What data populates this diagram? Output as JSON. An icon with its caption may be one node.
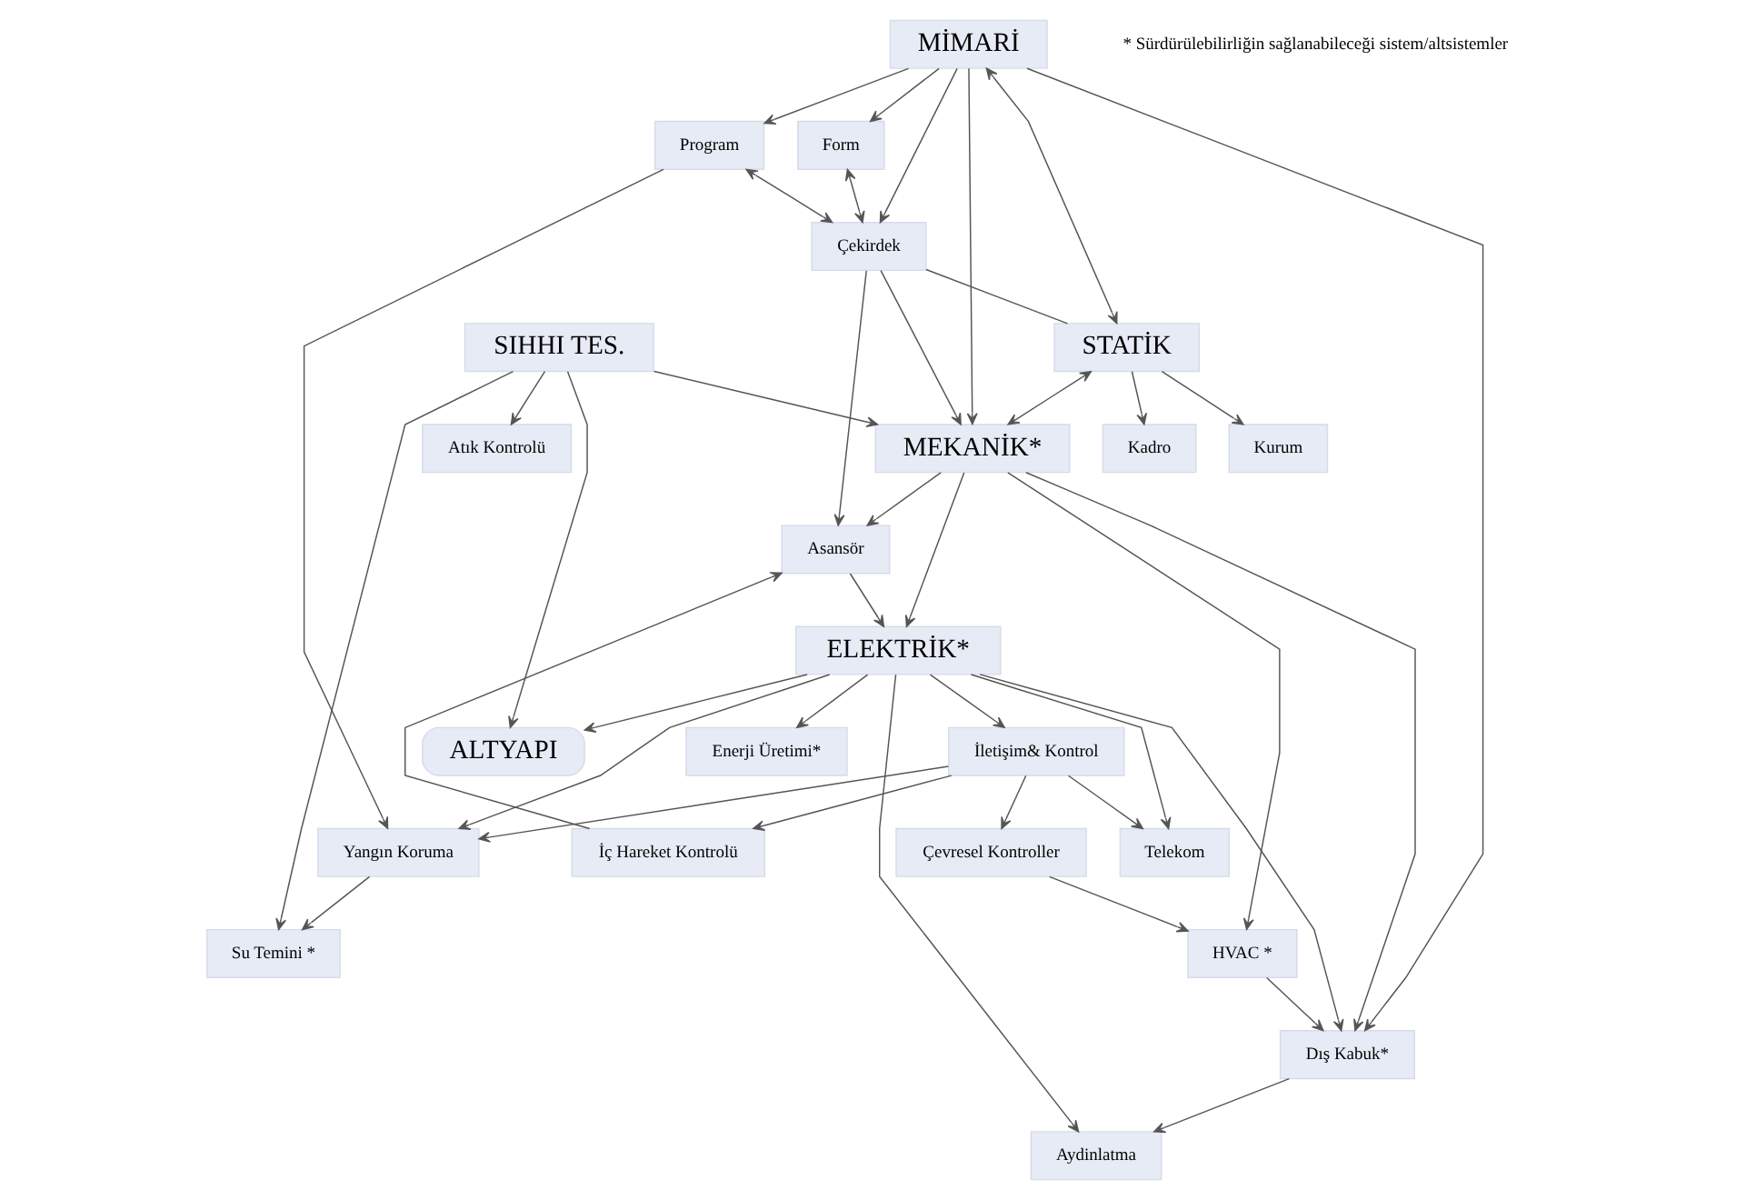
{
  "diagram": {
    "nodes": [
      {
        "text": [
          "Kurum"
        ]
      },
      {
        "text": [
          "Kadro"
        ]
      },
      {
        "text": [
          "Form"
        ]
      },
      {
        "text": [
          "Çekirdek"
        ]
      },
      {
        "text": [
          "Asansör"
        ]
      },
      {
        "text": [
          "HVAC *"
        ]
      },
      {
        "text": [
          "Program"
        ]
      },
      {
        "text": [
          "MİMARİ"
        ]
      },
      {
        "text": [
          "STATİK"
        ]
      },
      {
        "text": [
          "MEKANİK*"
        ]
      },
      {
        "text": [
          "Çevresel Kontroller"
        ]
      },
      {
        "text": [
          "Dış Kabuk*"
        ]
      },
      {
        "text": [
          "İç Hareket Kontrolü"
        ]
      },
      {
        "text": [
          "ELEKTRİK*"
        ]
      },
      {
        "text": [
          "SIHHI TES."
        ]
      },
      {
        "text": [
          "İletişim& Kontrol"
        ]
      },
      {
        "text": [
          "Enerji Üretimi*"
        ]
      },
      {
        "text": [
          "ALTYAPI"
        ]
      },
      {
        "text": [
          "Atık Kontrolü"
        ]
      },
      {
        "text": [
          "Yangın Koruma"
        ]
      },
      {
        "text": [
          "Su Temini *"
        ]
      },
      {
        "text": [
          "Telekom"
        ]
      },
      {
        "text": [
          "Aydinlatma"
        ]
      }
    ],
    "edges": [
      {
        "from": 8,
        "to": 0,
        "arrow": "to"
      },
      {
        "from": 8,
        "to": 1,
        "arrow": "to"
      },
      {
        "from": 6,
        "to": 3,
        "arrow": "both"
      },
      {
        "from": 2,
        "to": 3,
        "arrow": "both"
      },
      {
        "from": 5,
        "to": 11,
        "arrow": "to"
      },
      {
        "from": 7,
        "to": 2,
        "arrow": "to"
      },
      {
        "from": 7,
        "to": 6,
        "arrow": "to"
      },
      {
        "from": 7,
        "to": 11,
        "arrow": "to"
      },
      {
        "from": 7,
        "to": 3,
        "arrow": "to"
      },
      {
        "from": 7,
        "to": 8,
        "arrow": "both"
      },
      {
        "from": 7,
        "to": 9,
        "arrow": "to"
      },
      {
        "from": 3,
        "to": 4,
        "arrow": "to"
      },
      {
        "from": 3,
        "to": 9,
        "arrow": "to"
      },
      {
        "from": 3,
        "to": 8,
        "arrow": "none"
      },
      {
        "from": 8,
        "to": 9,
        "arrow": "both"
      },
      {
        "from": 9,
        "to": 4,
        "arrow": "to"
      },
      {
        "from": 9,
        "to": 5,
        "arrow": "to"
      },
      {
        "from": 12,
        "to": 4,
        "arrow": "to"
      },
      {
        "from": 10,
        "to": 5,
        "arrow": "to"
      },
      {
        "from": 15,
        "to": 10,
        "arrow": "to"
      },
      {
        "from": 15,
        "to": 12,
        "arrow": "to"
      },
      {
        "from": 4,
        "to": 13,
        "arrow": "to"
      },
      {
        "from": 9,
        "to": 11,
        "arrow": "to"
      },
      {
        "from": 9,
        "to": 13,
        "arrow": "to"
      },
      {
        "from": 14,
        "to": 9,
        "arrow": "to"
      },
      {
        "from": 13,
        "to": 11,
        "arrow": "to"
      },
      {
        "from": 13,
        "to": 16,
        "arrow": "to"
      },
      {
        "from": 13,
        "to": 19,
        "arrow": "to"
      },
      {
        "from": 13,
        "to": 21,
        "arrow": "to"
      },
      {
        "from": 13,
        "to": 22,
        "arrow": "to"
      },
      {
        "from": 13,
        "to": 17,
        "arrow": "to"
      },
      {
        "from": 13,
        "to": 15,
        "arrow": "to"
      },
      {
        "from": 14,
        "to": 17,
        "arrow": "to"
      },
      {
        "from": 14,
        "to": 18,
        "arrow": "to"
      },
      {
        "from": 14,
        "to": 20,
        "arrow": "to"
      },
      {
        "from": 19,
        "to": 20,
        "arrow": "to"
      },
      {
        "from": 15,
        "to": 19,
        "arrow": "to"
      },
      {
        "from": 15,
        "to": 21,
        "arrow": "to"
      },
      {
        "from": 6,
        "to": 19,
        "arrow": "to"
      },
      {
        "from": 11,
        "to": 22,
        "arrow": "to"
      }
    ],
    "labels": [
      "* Sürdürülebilirliğin sağlanabileceği sistem/altsistemler"
    ]
  }
}
